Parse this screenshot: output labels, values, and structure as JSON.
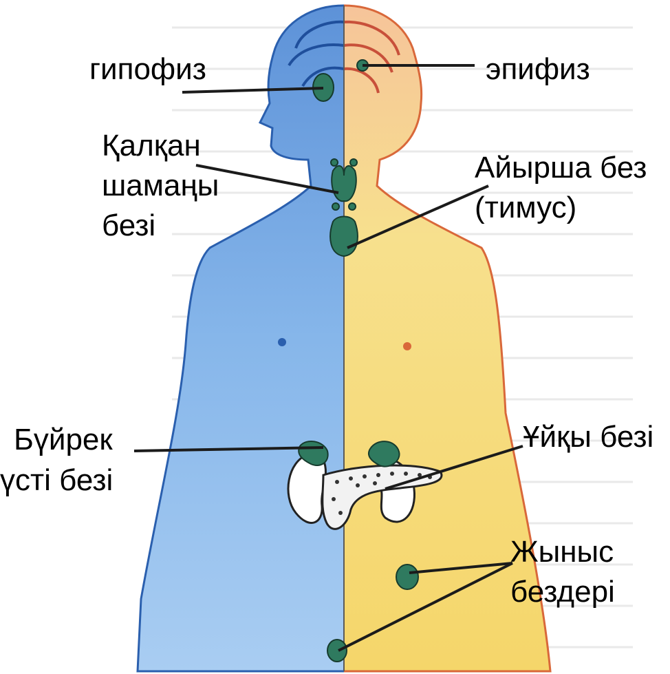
{
  "labels": {
    "pituitary": "гипофиз",
    "pineal": "эпифиз",
    "thyroid": [
      "Қалқан",
      "шамаңы",
      "безі"
    ],
    "thymus": [
      "Айырша без",
      "(тимус)"
    ],
    "adrenal": [
      "Бүйрек",
      "үсті безі"
    ],
    "pancreas": "Ұйқы безі",
    "gonads": [
      "Жыныс",
      "бездері"
    ]
  },
  "colors": {
    "left_body": "#7fb0e6",
    "right_body": "#f6dc7a",
    "gland": "#2f7a5f",
    "leader": "#1b1b1b"
  }
}
